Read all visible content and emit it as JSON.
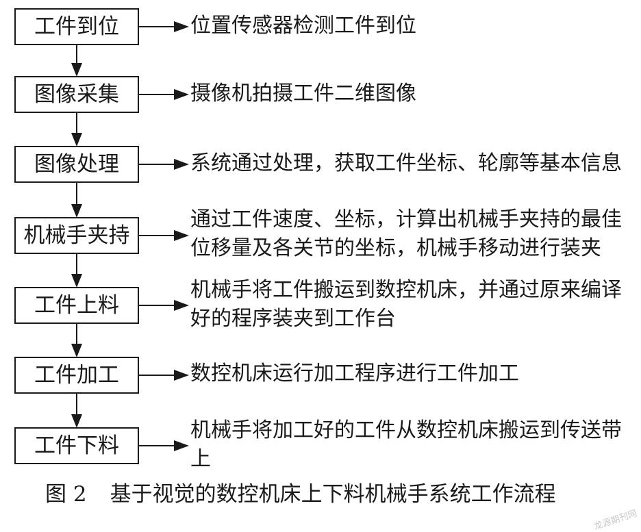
{
  "steps": [
    {
      "label": "工件到位",
      "desc": "位置传感器检测工件到位"
    },
    {
      "label": "图像采集",
      "desc": "摄像机拍摄工件二维图像"
    },
    {
      "label": "图像处理",
      "desc": "系统通过处理，获取工件坐标、轮廓等基本信息"
    },
    {
      "label": "机械手夹持",
      "desc": "通过工件速度、坐标，计算出机械手夹持的最佳位移量及各关节的坐标，机械手移动进行装夹"
    },
    {
      "label": "工件上料",
      "desc": "机械手将工件搬运到数控机床，并通过原来编译好的程序装夹到工作台"
    },
    {
      "label": "工件加工",
      "desc": "数控机床运行加工程序进行工件加工"
    },
    {
      "label": "工件下料",
      "desc": "机械手将加工好的工件从数控机床搬运到传送带上"
    }
  ],
  "caption": {
    "figure_no": "图 2",
    "title": "基于视觉的数控机床上下料机械手系统工作流程"
  },
  "watermark": "龙源期刊网",
  "colors": {
    "line": "#1a1a1a",
    "text": "#1a1a1a",
    "background": "#ffffff"
  }
}
